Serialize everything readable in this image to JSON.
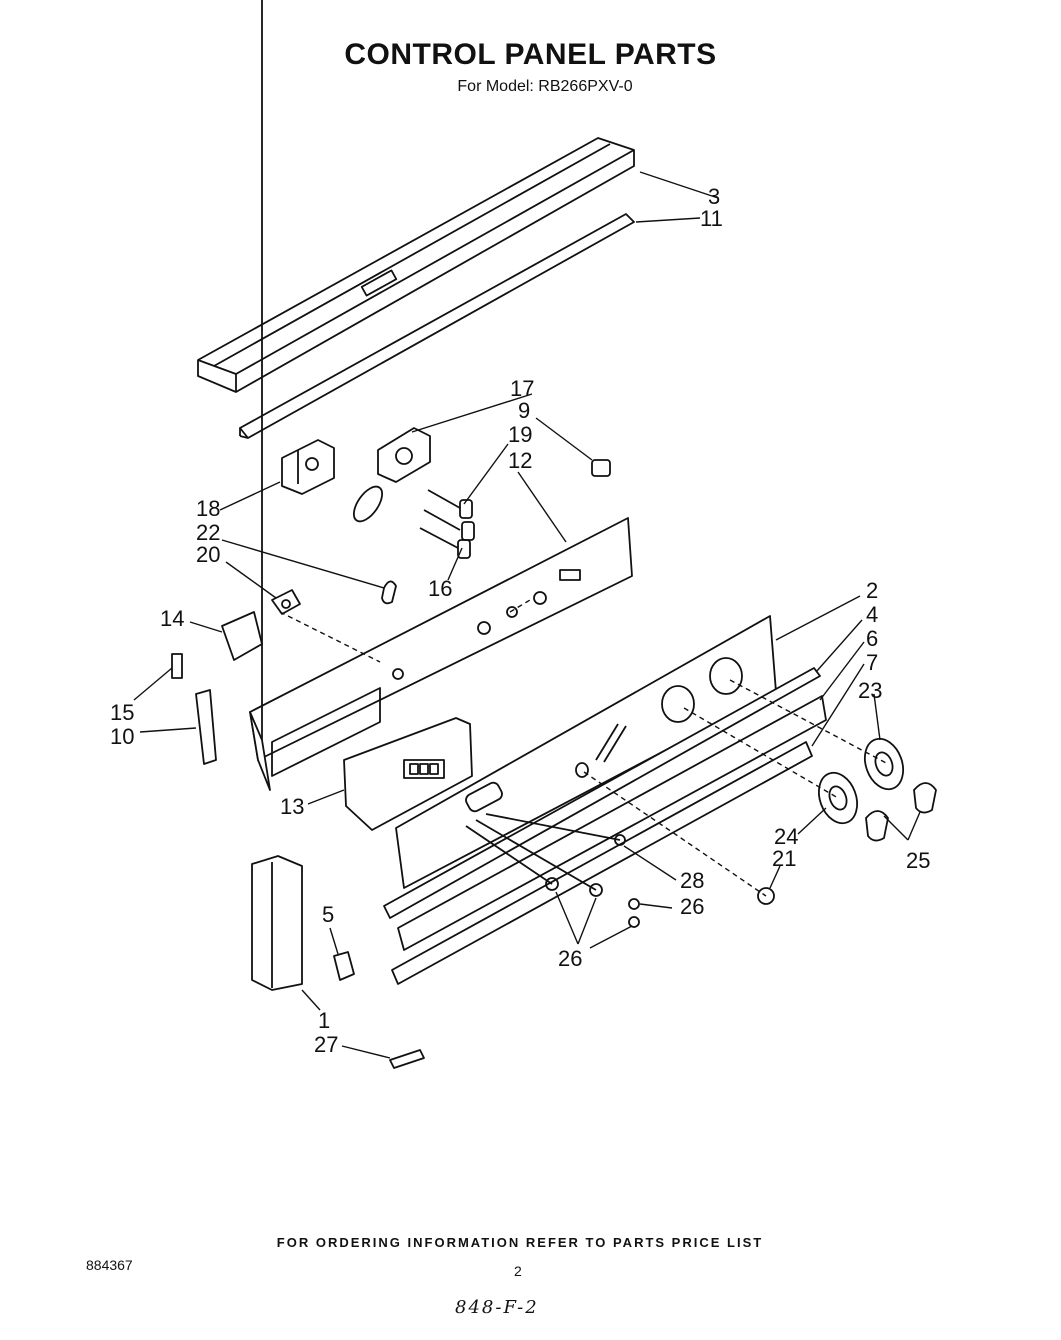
{
  "header": {
    "title": "CONTROL PANEL PARTS",
    "model_line": "For Model: RB266PXV-0"
  },
  "callouts": {
    "c1": "1",
    "c2": "2",
    "c3": "3",
    "c4": "4",
    "c5": "5",
    "c6": "6",
    "c7": "7",
    "c9": "9",
    "c10": "10",
    "c11": "11",
    "c12": "12",
    "c13": "13",
    "c14": "14",
    "c15": "15",
    "c16": "16",
    "c17": "17",
    "c18": "18",
    "c19": "19",
    "c20": "20",
    "c21": "21",
    "c22": "22",
    "c23": "23",
    "c24": "24",
    "c25": "25",
    "c26a": "26",
    "c26b": "26",
    "c27": "27",
    "c28": "28"
  },
  "footer": {
    "ordering_note": "FOR ORDERING INFORMATION REFER TO PARTS PRICE LIST",
    "doc_number": "884367",
    "page_number": "2",
    "handwritten_note": "848-F-2"
  }
}
